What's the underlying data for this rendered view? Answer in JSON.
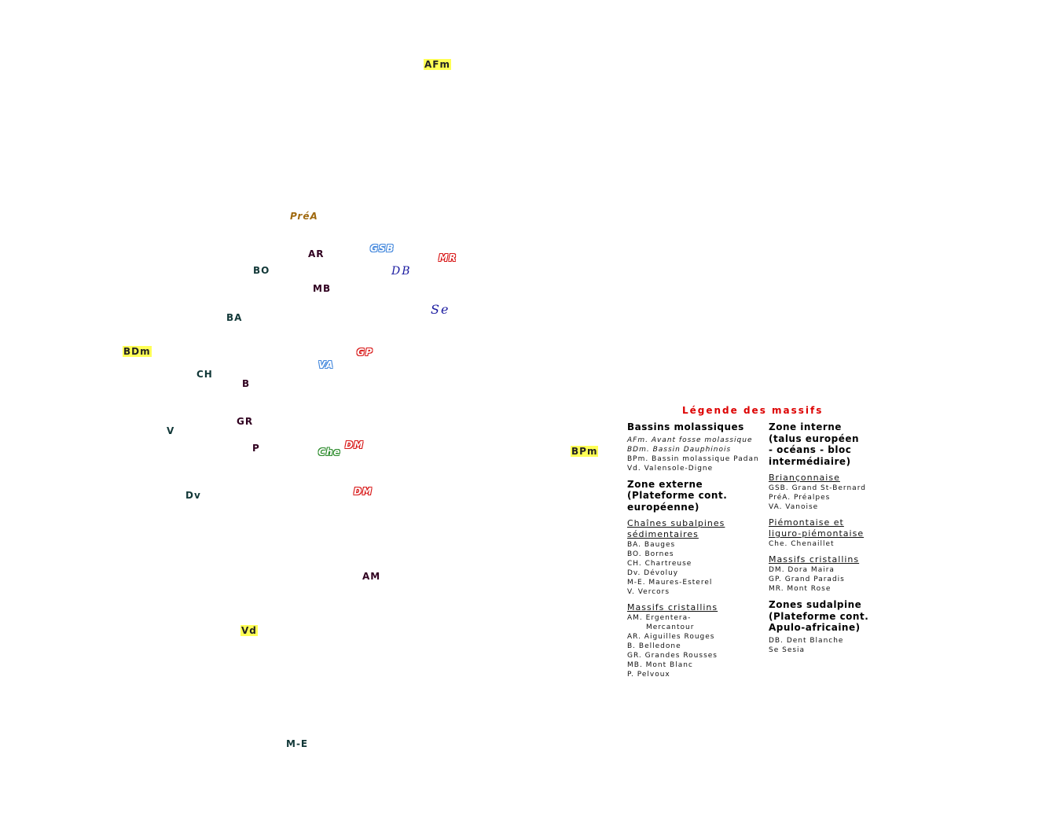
{
  "map_labels": {
    "afm": "AFm",
    "prea": "PréA",
    "ar": "AR",
    "gsb": "GSB",
    "mr": "MR",
    "bo": "BO",
    "db": "DB",
    "mb": "MB",
    "se": "Se",
    "ba": "BA",
    "bdm": "BDm",
    "gp": "GP",
    "va": "VA",
    "ch": "CH",
    "b": "B",
    "gr": "GR",
    "v": "V",
    "p": "P",
    "dm1": "DM",
    "che": "Che",
    "bpm": "BPm",
    "dv": "Dv",
    "dm2": "DM",
    "am": "AM",
    "vd": "Vd",
    "me": "M-E"
  },
  "legend": {
    "title": "Légende des massifs",
    "col1": {
      "basins_head": "Bassins molassiques",
      "basins": [
        "AFm. Avant fosse molassique",
        "BDm. Bassin Dauphinois",
        "BPm. Bassin molassique Padan",
        "Vd. Valensole-Digne"
      ],
      "ext_head_1": "Zone externe",
      "ext_head_2": "(Plateforme cont.",
      "ext_head_3": "européenne)",
      "subalp_head_1": "Chaînes subalpines",
      "subalp_head_2": "sédimentaires",
      "subalp": [
        "BA. Bauges",
        "BO. Bornes",
        "CH. Chartreuse",
        "Dv. Dévoluy",
        "M-E. Maures-Esterel",
        "V. Vercors"
      ],
      "cris_head": "Massifs cristallins",
      "cris": [
        "AM. Ergentera-",
        "Mercantour",
        "AR. Aiguilles Rouges",
        "B. Belledone",
        "GR. Grandes Rousses",
        "MB. Mont Blanc",
        "P. Pelvoux"
      ]
    },
    "col2": {
      "int_head_1": "Zone interne",
      "int_head_2": "(talus européen",
      "int_head_3": "- océans - bloc",
      "int_head_4": "intermédiaire)",
      "brian_head": "Briançonnaise",
      "brian": [
        "GSB. Grand St-Bernard",
        "PréA. Préalpes",
        "VA. Vanoise"
      ],
      "piem_head_1": "Piémontaise et",
      "piem_head_2": "liguro-piémontaise",
      "piem": [
        "Che. Chenaillet"
      ],
      "cris_head": "Massifs cristallins",
      "cris": [
        "DM. Dora Maira",
        "GP. Grand Paradis",
        "MR. Mont Rose"
      ],
      "sud_head_1": "Zones sudalpine",
      "sud_head_2": "(Plateforme cont.",
      "sud_head_3": "Apulo-africaine)",
      "sud": [
        "DB. Dent Blanche",
        "Se Sesia"
      ]
    }
  }
}
